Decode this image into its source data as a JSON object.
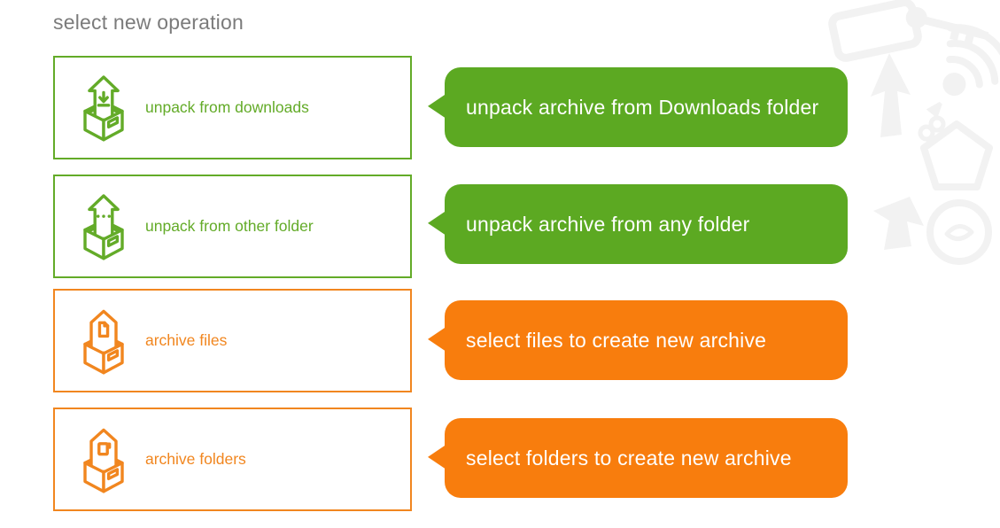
{
  "title": "select new operation",
  "accent_colors": {
    "green_bubble": "#5ca922",
    "green_button": "#63ab28",
    "orange_bubble": "#f87d0d",
    "orange_button": "#f1861f",
    "title_gray": "#7b7b7b",
    "tooltip_text": "#ffffff",
    "decor_gray": "#f2f2f2"
  },
  "operations": [
    {
      "id": "unpack-from-downloads",
      "label": "unpack from downloads",
      "tooltip": "unpack archive from Downloads folder",
      "color": "green",
      "icon": "box-download-arrow-icon"
    },
    {
      "id": "unpack-from-other-folder",
      "label": "unpack from other folder",
      "tooltip": "unpack archive from any folder",
      "color": "green",
      "icon": "box-browse-ellipsis-icon"
    },
    {
      "id": "archive-files",
      "label": "archive files",
      "tooltip": "select files to create new archive",
      "color": "orange",
      "icon": "box-document-icon"
    },
    {
      "id": "archive-folders",
      "label": "archive folders",
      "tooltip": "select folders to create new archive",
      "color": "orange",
      "icon": "box-folder-icon"
    }
  ],
  "background_icons": [
    "tablet-icon",
    "key-icon",
    "wifi-signal-icon",
    "cursor-arrow-icon",
    "ribbon-star-icon",
    "house-arrow-icon",
    "badge-icon"
  ]
}
